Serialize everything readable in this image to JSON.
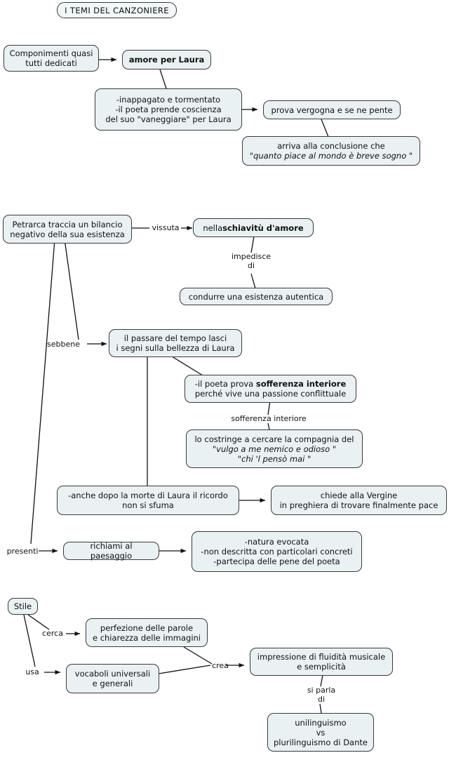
{
  "diagram": {
    "title": "I TEMI DEL CANZONIERE",
    "accent_fill": "#e9f1f3",
    "stroke": "#3a3a3a",
    "background": "#ffffff",
    "nodes": {
      "title": "I TEMI DEL CANZONIERE",
      "componimenti": "Componimenti quasi\ntutti dedicati",
      "amore_per_laura": "amore per Laura",
      "inappagato": "-inappagato e tormentato\n-il poeta prende coscienza\ndel suo \"vaneggiare\" per Laura",
      "prova_vergogna": "prova vergogna e se ne pente",
      "arriva_conclusione_line1": "arriva alla conclusione che",
      "arriva_conclusione_line2": "\"quanto piace al mondo è breve sogno \"",
      "petrarca_bilancio": "Petrarca traccia un bilancio\nnegativo della sua esistenza",
      "schiavitu_prefix": "nella ",
      "schiavitu_bold": "schiavitù d'amore",
      "condurre": "condurre una esistenza autentica",
      "passare_tempo": "il passare del tempo lasci\ni segni sulla bellezza di Laura",
      "sofferenza_line1_prefix": "-il poeta prova ",
      "sofferenza_line1_bold": "sofferenza interiore",
      "sofferenza_line2": "perché vive una passione conflittuale",
      "costringe_line1": "lo costringe a cercare la compagnia del",
      "costringe_line2": "\"vulgo a me nemico e odioso \"",
      "costringe_line3": "\"chi 'l pensò mai \"",
      "morte_laura": "-anche dopo la morte di Laura il ricordo\nnon si sfuma",
      "chiede_vergine": "chiede alla Vergine\nin preghiera di trovare finalmente pace",
      "richiami_paesaggio": "richiami al paesaggio",
      "natura": "-natura evocata\n-non descritta con particolari concreti\n-partecipa delle pene del poeta",
      "stile": "Stile",
      "perfezione": "perfezione delle parole\ne chiarezza delle immagini",
      "vocaboli": "vocaboli universali\ne generali",
      "impressione": "impressione di fluidità musicale\ne semplicità",
      "unilinguismo": "unilinguismo\nvs\nplurilinguismo di Dante"
    },
    "edge_labels": {
      "vissuta": "vissuta",
      "impedisce_di": "impedisce\ndi",
      "sebbene": "sebbene",
      "sofferenza_interiore": "sofferenza interiore",
      "presenti": "presenti",
      "cerca": "cerca",
      "usa": "usa",
      "crea": "crea",
      "si_parla_di": "si parla\ndi"
    }
  }
}
